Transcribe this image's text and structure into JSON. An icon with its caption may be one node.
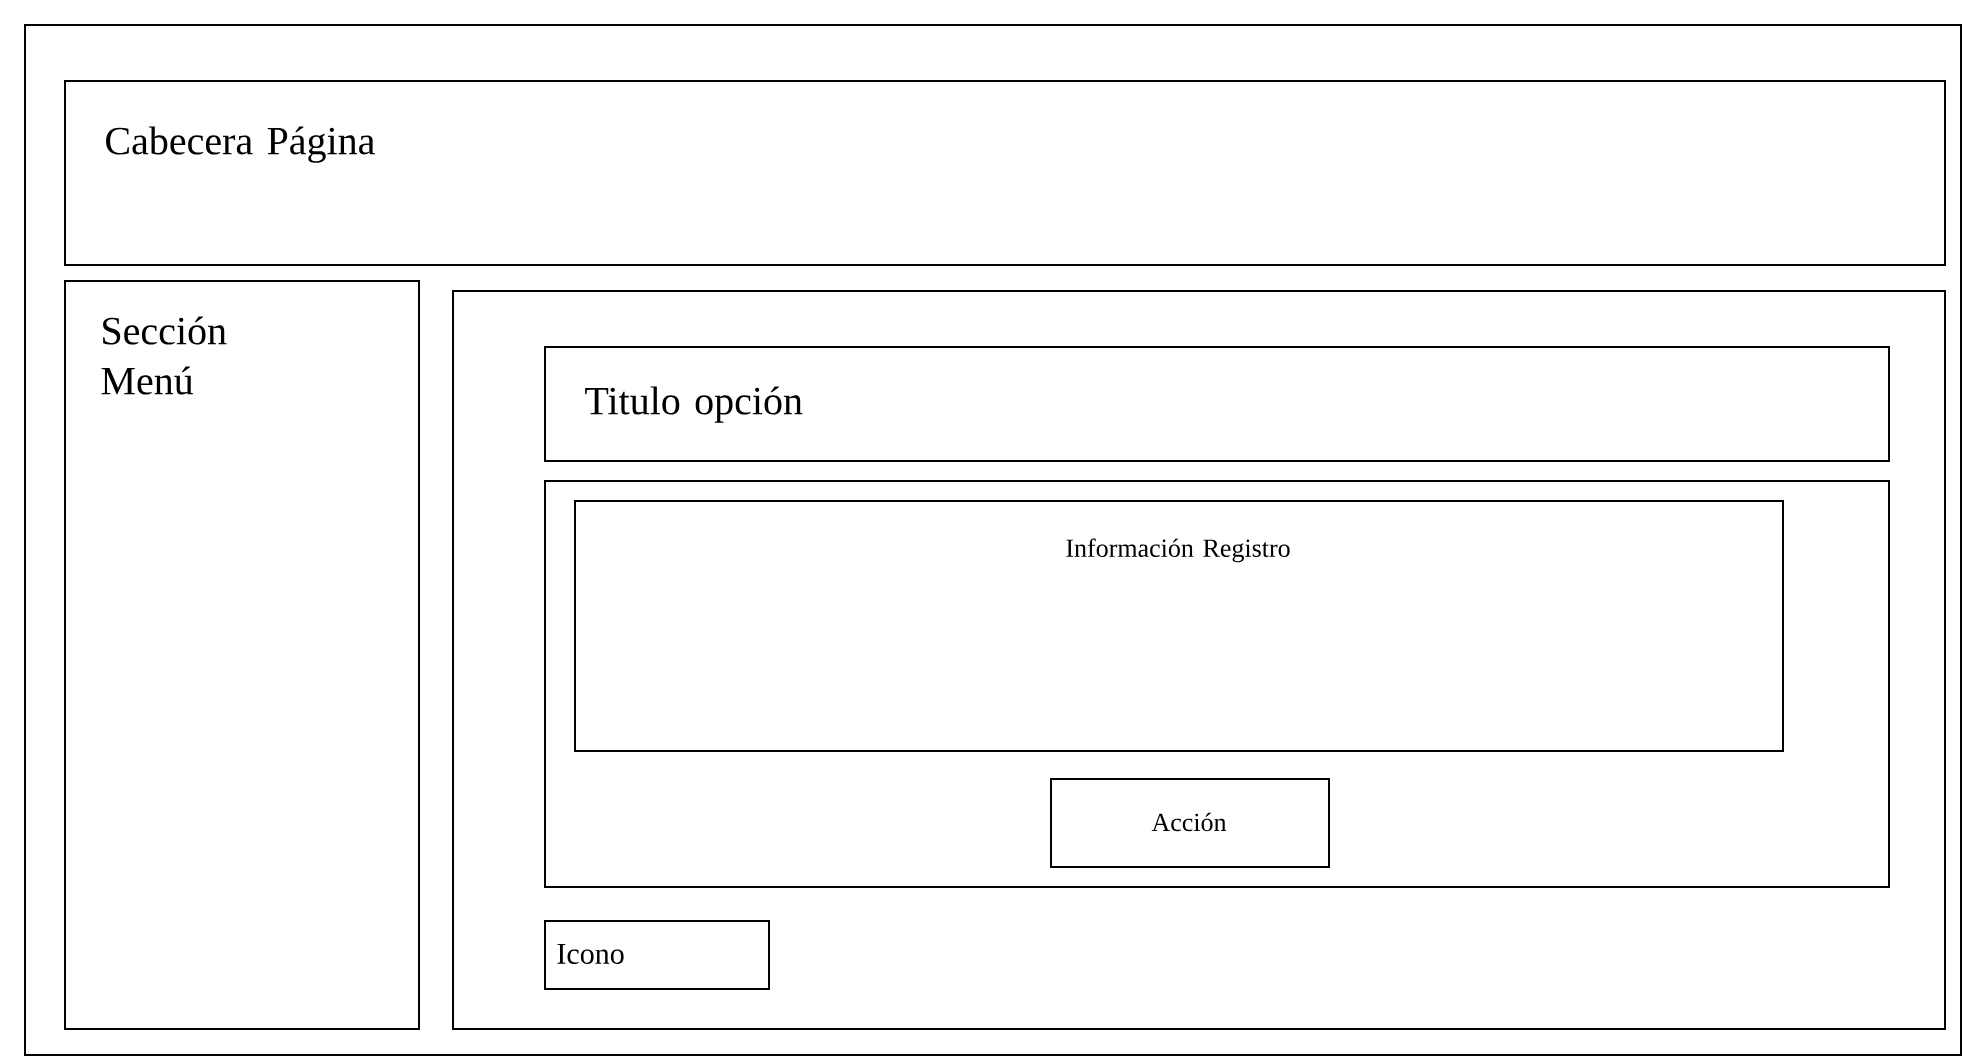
{
  "diagram": {
    "nodes": [
      {
        "text": [],
        "shape": "box"
      },
      {
        "text": [
          "Cabecera Página"
        ],
        "in": 0
      },
      {
        "text": [
          "Sección Menú"
        ],
        "in": 0
      },
      {
        "text": [],
        "shape": "box",
        "in": 0
      },
      {
        "text": [
          "Titulo opción"
        ],
        "in": 3
      },
      {
        "text": [],
        "shape": "box",
        "in": 3
      },
      {
        "text": [
          "Información Registro"
        ],
        "in": 5
      },
      {
        "text": [
          "Acción"
        ],
        "in": 5
      },
      {
        "text": [
          "Icono"
        ],
        "in": 3
      }
    ]
  }
}
